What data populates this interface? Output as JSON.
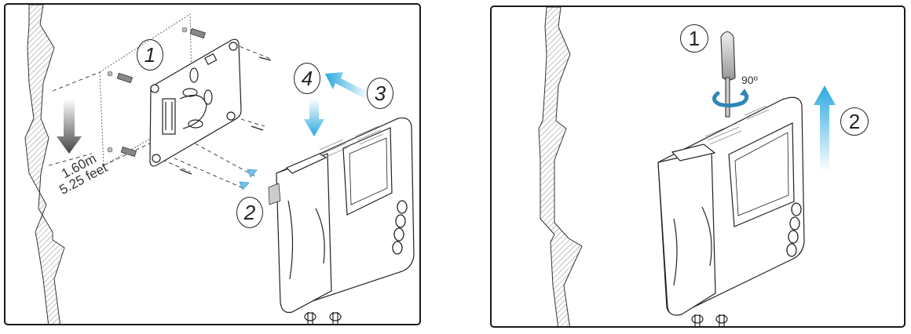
{
  "panels": [
    {
      "id": "mounting",
      "steps": [
        {
          "number": "1",
          "description": "wall-mounting-plate-screwed-to-wall"
        },
        {
          "number": "2",
          "description": "connect-flat-cable-connector"
        },
        {
          "number": "3",
          "description": "move-monitor-toward-plate"
        },
        {
          "number": "4",
          "description": "slide-monitor-down-onto-plate"
        }
      ],
      "height_label": {
        "metric": "1.60m",
        "imperial": "5.25 feet"
      }
    },
    {
      "id": "removal",
      "steps": [
        {
          "number": "1",
          "description": "insert-screwdriver-and-turn"
        },
        {
          "number": "2",
          "description": "lift-monitor-up"
        }
      ],
      "rotation_label": "90º"
    }
  ],
  "colors": {
    "border": "#1a1a1a",
    "arrow_blue": "#29a8e0",
    "arrow_gray": "#555555",
    "rotation_blue": "#2f86b8",
    "line": "#222222"
  }
}
